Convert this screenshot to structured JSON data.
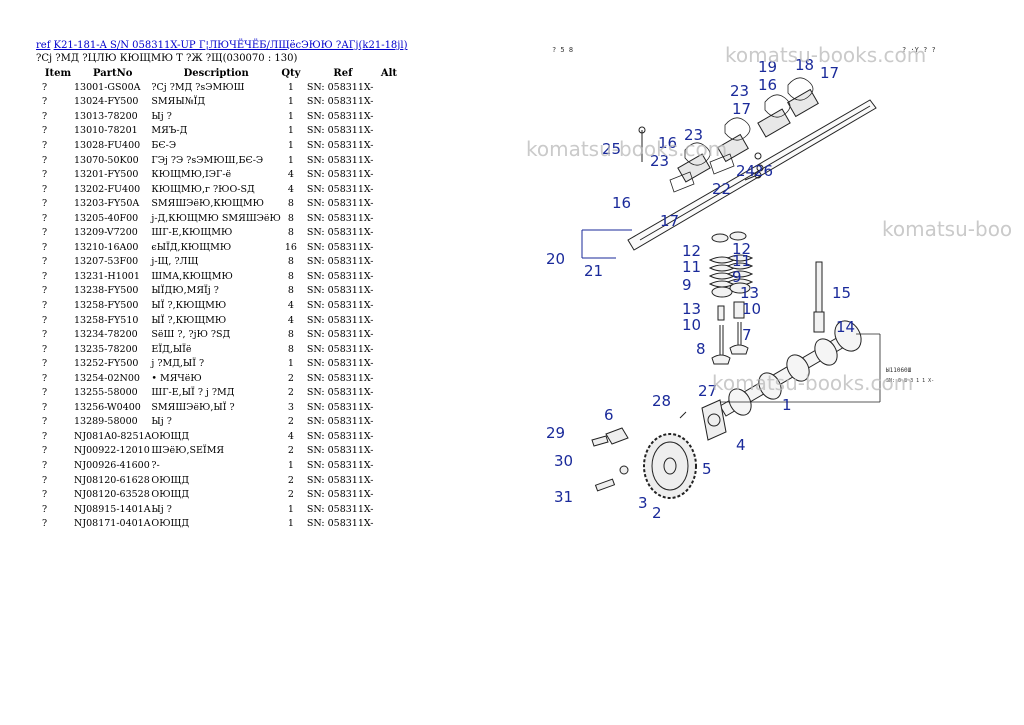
{
  "header": {
    "link_text": "ref",
    "link_rest": "K21-181-A S/N 058311X-UP Г¦ЛЮЧЁЧЁБ/ЛЩёсЭЮЮ ?АГј(k21-18jl)",
    "subtitle": "?Сј ?МД ?ЦЛЮ КЮЩМЮ Т ?Ж ?Щ(030070 : 130)"
  },
  "columns": {
    "item": "Item",
    "partno": "PartNo",
    "description": "Description",
    "qty": "Qty",
    "ref": "Ref",
    "alt": "Alt"
  },
  "rows": [
    {
      "item": "?",
      "partno": "13001-GS00A",
      "description": "?Сј ?МД ?sЭМЮШ",
      "qty": "1",
      "ref": "SN: 058311X-"
    },
    {
      "item": "?",
      "partno": "13024-FY500",
      "description": "SМЯЫ№ЇД",
      "qty": "1",
      "ref": "SN: 058311X-"
    },
    {
      "item": "?",
      "partno": "13013-78200",
      "description": "Ыј ?",
      "qty": "1",
      "ref": "SN: 058311X-"
    },
    {
      "item": "?",
      "partno": "13010-78201",
      "description": "МЯЪ-Д",
      "qty": "1",
      "ref": "SN: 058311X-"
    },
    {
      "item": "?",
      "partno": "13028-FU400",
      "description": "БЄ-Э",
      "qty": "1",
      "ref": "SN: 058311X-"
    },
    {
      "item": "?",
      "partno": "13070-50K00",
      "description": "ГЭј ?Э ?sЭМЮШ,БЄ-Э",
      "qty": "1",
      "ref": "SN: 058311X-"
    },
    {
      "item": "?",
      "partno": "13201-FY500",
      "description": "КЮЩМЮ,ІЭГ-ё",
      "qty": "4",
      "ref": "SN: 058311X-"
    },
    {
      "item": "?",
      "partno": "13202-FU400",
      "description": "КЮЩМЮ,г ?ЮО-SД",
      "qty": "4",
      "ref": "SN: 058311X-"
    },
    {
      "item": "?",
      "partno": "13203-FY50A",
      "description": "SМЯШЭёЮ,КЮЩМЮ",
      "qty": "8",
      "ref": "SN: 058311X-"
    },
    {
      "item": "?",
      "partno": "13205-40F00",
      "description": "ј-Д,КЮЩМЮ SМЯШЭёЮ",
      "qty": "8",
      "ref": "SN: 058311X-"
    },
    {
      "item": "?",
      "partno": "13209-V7200",
      "description": "ШГ-Е,КЮЩМЮ",
      "qty": "8",
      "ref": "SN: 058311X-"
    },
    {
      "item": "?",
      "partno": "13210-16A00",
      "description": "єЫЇД,КЮЩМЮ",
      "qty": "16",
      "ref": "SN: 058311X-"
    },
    {
      "item": "?",
      "partno": "13207-53F00",
      "description": "ј-Щ, ?ЛЩ",
      "qty": "8",
      "ref": "SN: 058311X-"
    },
    {
      "item": "?",
      "partno": "13231-H1001",
      "description": "ШМА,КЮЩМЮ",
      "qty": "8",
      "ref": "SN: 058311X-"
    },
    {
      "item": "?",
      "partno": "13238-FY500",
      "description": "ЫЇДЮ,МЯЇј ?",
      "qty": "8",
      "ref": "SN: 058311X-"
    },
    {
      "item": "?",
      "partno": "13258-FY500",
      "description": "ЫЇ ?,КЮЩМЮ",
      "qty": "4",
      "ref": "SN: 058311X-"
    },
    {
      "item": "?",
      "partno": "13258-FY510",
      "description": "ЫЇ ?,КЮЩМЮ",
      "qty": "4",
      "ref": "SN: 058311X-"
    },
    {
      "item": "?",
      "partno": "13234-78200",
      "description": "SёШ ?, ?јЮ ?SД",
      "qty": "8",
      "ref": "SN: 058311X-"
    },
    {
      "item": "?",
      "partno": "13235-78200",
      "description": "ЕЇД,ЫЇё",
      "qty": "8",
      "ref": "SN: 058311X-"
    },
    {
      "item": "?",
      "partno": "13252-FY500",
      "description": "ј ?МД,ЫЇ ?",
      "qty": "1",
      "ref": "SN: 058311X-"
    },
    {
      "item": "?",
      "partno": "13254-02N00",
      "description": "• МЯЧёЮ",
      "qty": "2",
      "ref": "SN: 058311X-"
    },
    {
      "item": "?",
      "partno": "13255-58000",
      "description": "ШГ-Е,ЫЇ ? ј ?МД",
      "qty": "2",
      "ref": "SN: 058311X-"
    },
    {
      "item": "?",
      "partno": "13256-W0400",
      "description": "SМЯШЭёЮ,ЫЇ ?",
      "qty": "3",
      "ref": "SN: 058311X-"
    },
    {
      "item": "?",
      "partno": "13289-58000",
      "description": "Ыј ?",
      "qty": "2",
      "ref": "SN: 058311X-"
    },
    {
      "item": "?",
      "partno": "NJ081A0-8251A",
      "description": "ОЮЩД",
      "qty": "4",
      "ref": "SN: 058311X-"
    },
    {
      "item": "?",
      "partno": "NJ00922-12010",
      "description": "ШЭёЮ,SЕЇМЯ",
      "qty": "2",
      "ref": "SN: 058311X-"
    },
    {
      "item": "?",
      "partno": "NJ00926-41600",
      "description": "?-",
      "qty": "1",
      "ref": "SN: 058311X-"
    },
    {
      "item": "?",
      "partno": "NJ08120-61628",
      "description": "ОЮЩД",
      "qty": "2",
      "ref": "SN: 058311X-"
    },
    {
      "item": "?",
      "partno": "NJ08120-63528",
      "description": "ОЮЩД",
      "qty": "2",
      "ref": "SN: 058311X-"
    },
    {
      "item": "?",
      "partno": "NJ08915-1401A",
      "description": "Ыј ?",
      "qty": "1",
      "ref": "SN: 058311X-"
    },
    {
      "item": "?",
      "partno": "NJ08171-0401A",
      "description": "ОЮЩД",
      "qty": "1",
      "ref": "SN: 058311X-"
    }
  ],
  "diagram": {
    "corner_text": "? 5 8",
    "corner_text_right": "? ·Y ? ?",
    "box_text_1": "Ы11060Ш",
    "box_text_2": "SN: 0 8 3 1 1 X-",
    "callouts": [
      "19",
      "18",
      "17",
      "23",
      "16",
      "17",
      "23",
      "16",
      "25",
      "23",
      "24",
      "26",
      "22",
      "16",
      "17",
      "20",
      "21",
      "12",
      "12",
      "11",
      "11",
      "9",
      "9",
      "13",
      "13",
      "10",
      "10",
      "7",
      "8",
      "15",
      "14",
      "27",
      "1",
      "28",
      "6",
      "4",
      "29",
      "5",
      "30",
      "3",
      "31",
      "2"
    ],
    "watermarks": [
      "komatsu-books.com",
      "komatsu-books.com",
      "komatsu-boo",
      "komatsu-books.com"
    ],
    "callout_color": "#1a2a9a",
    "watermark_color": "#b8b8b8"
  }
}
